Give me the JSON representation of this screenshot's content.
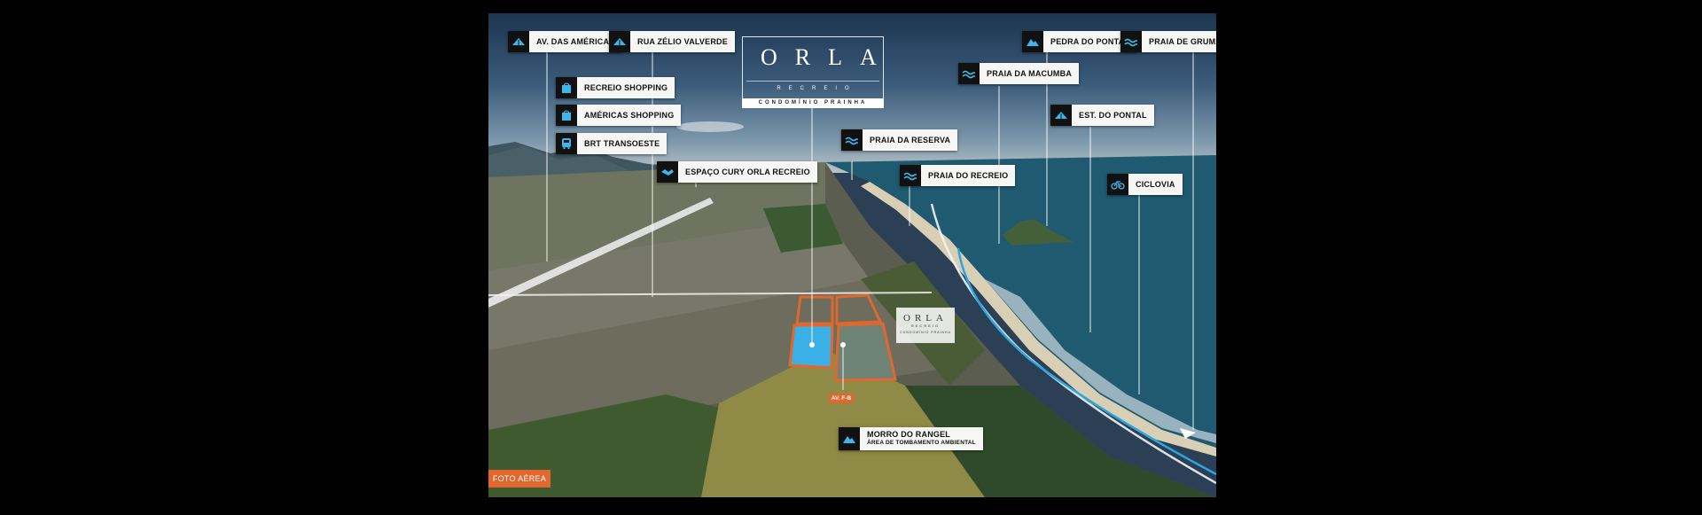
{
  "logo": {
    "main": "ORLA",
    "sub": "RECREIO",
    "condo": "CONDOMÍNIO PRAINHA"
  },
  "mini_logo": {
    "main": "ORLA",
    "sub": "RECREIO",
    "condo": "CONDOMÍNIO PRAINHA"
  },
  "badge_photo": "FOTO AÉREA",
  "street_tag": "AV. F-B",
  "labels": {
    "av_americas": "AV. DAS AMÉRICAS",
    "rua_zelio": "RUA ZÉLIO VALVERDE",
    "recreio_shopping": "RECREIO SHOPPING",
    "americas_shopping": "AMÉRICAS SHOPPING",
    "brt": "BRT TRANSOESTE",
    "espaco_cury": "ESPAÇO CURY ORLA RECREIO",
    "praia_reserva": "PRAIA DA RESERVA",
    "praia_recreio": "PRAIA DO RECREIO",
    "praia_macumba": "PRAIA DA MACUMBA",
    "pedra_pontal": "PEDRA DO PONTAL",
    "praia_grumari": "PRAIA DE GRUMARI",
    "est_pontal": "EST. DO PONTAL",
    "ciclovia": "CICLOVIA",
    "morro_rangel": "MORRO DO RANGEL",
    "morro_rangel_sub": "ÁREA DE TOMBAMENTO AMBIENTAL"
  },
  "icons": {
    "road": "road-icon",
    "shopping": "shopping-bag-icon",
    "bus": "bus-icon",
    "handshake": "handshake-icon",
    "wave": "wave-icon",
    "mountain": "mountain-icon",
    "bike": "bicycle-icon"
  },
  "colors": {
    "accent": "#e0682e",
    "icon_blue": "#3fb6e8",
    "label_bg": "#f6f6f4",
    "route_blue": "#2aa6e0",
    "lot_blue": "#3ab0e6"
  }
}
